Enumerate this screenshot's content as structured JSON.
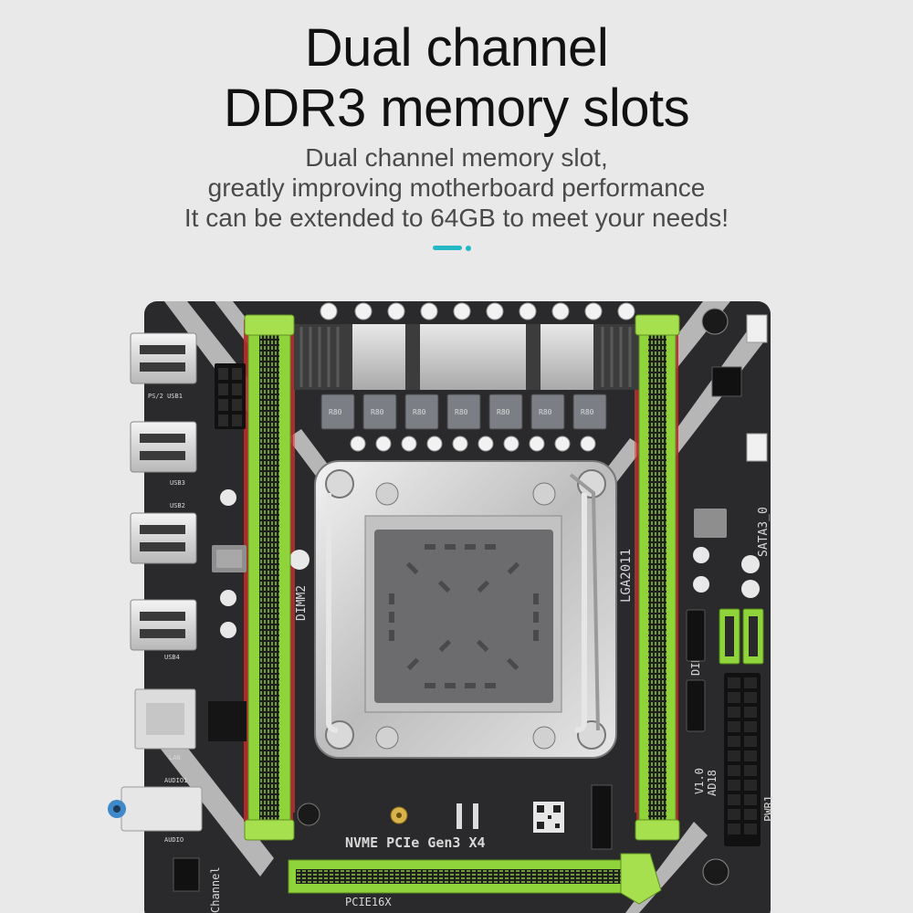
{
  "headline": {
    "line1": "Dual channel",
    "line2": "DDR3 memory slots"
  },
  "subtitle": {
    "line1": "Dual channel memory slot,",
    "line2": "greatly improving motherboard performance",
    "line3": "It can be extended to 64GB to meet your needs!"
  },
  "accent_color": "#23b8c4",
  "board": {
    "slot_color": "#8fd43a",
    "pcb_color": "#2a2a2c",
    "trace_color": "#c0282a",
    "labels": {
      "socket": "LGA2011",
      "dimm_left": "DIMM2",
      "dimm_right": "DIMM4",
      "nvme": "NVME PCIe Gen3 X4",
      "pcie": "PCIE16X",
      "sata": "SATA3_0",
      "version": "V1.0",
      "model": "AD18",
      "power": "PWR1",
      "ps2_usb": "PS/2 USB1",
      "usb3": "USB3",
      "usb2": "USB2",
      "usb4": "USB4",
      "lan": "LAN",
      "audio1": "AUDIO1",
      "audio": "AUDIO",
      "channel": "Channel",
      "choke": "R80"
    }
  }
}
